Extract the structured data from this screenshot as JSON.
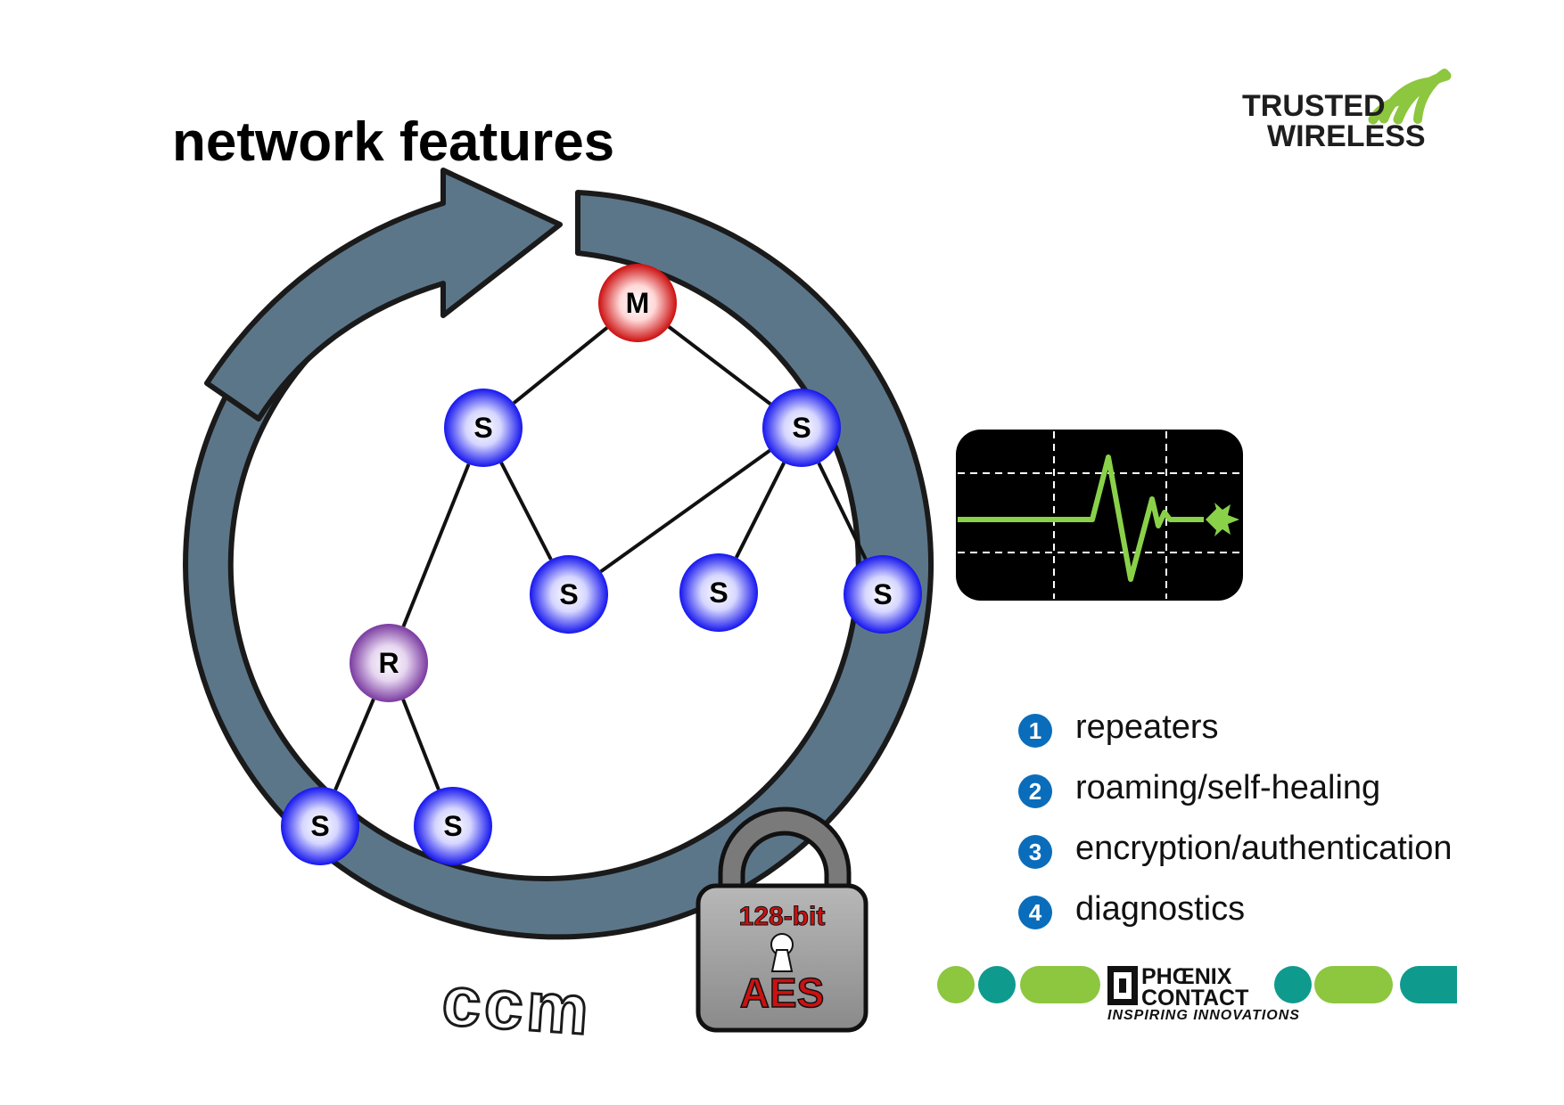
{
  "title": "network features",
  "brand": {
    "trusted": "TRUSTED",
    "wireless": "WIRELESS"
  },
  "arrow_label": "ccm",
  "lock": {
    "top": "128-bit",
    "bottom": "AES"
  },
  "nodes": [
    {
      "id": "master",
      "label": "M",
      "kind": "master"
    },
    {
      "id": "s-left",
      "label": "S",
      "kind": "station"
    },
    {
      "id": "s-right",
      "label": "S",
      "kind": "station"
    },
    {
      "id": "s-mid",
      "label": "S",
      "kind": "station"
    },
    {
      "id": "s-r2",
      "label": "S",
      "kind": "station"
    },
    {
      "id": "s-r3",
      "label": "S",
      "kind": "station"
    },
    {
      "id": "repeater",
      "label": "R",
      "kind": "repeater"
    },
    {
      "id": "s-bl",
      "label": "S",
      "kind": "station"
    },
    {
      "id": "s-br",
      "label": "S",
      "kind": "station"
    }
  ],
  "edges": [
    [
      "master",
      "s-left"
    ],
    [
      "master",
      "s-right"
    ],
    [
      "s-left",
      "s-mid"
    ],
    [
      "s-left",
      "repeater"
    ],
    [
      "s-right",
      "s-mid"
    ],
    [
      "s-right",
      "s-r2"
    ],
    [
      "s-right",
      "s-r3"
    ],
    [
      "repeater",
      "s-bl"
    ],
    [
      "repeater",
      "s-br"
    ]
  ],
  "features": [
    {
      "num": "1",
      "label": "repeaters"
    },
    {
      "num": "2",
      "label": "roaming/self-healing"
    },
    {
      "num": "3",
      "label": "encryption/authentication"
    },
    {
      "num": "4",
      "label": "diagnostics"
    }
  ],
  "footer": {
    "brand_top": "PHŒNIX",
    "brand_bottom": "CONTACT",
    "tagline": "INSPIRING INNOVATIONS"
  },
  "colors": {
    "ring": "#5c7689",
    "master": "#cc1111",
    "station": "#1a1aee",
    "repeater": "#7a3aa0",
    "signal": "#8ad14a",
    "brand_green": "#8dc63f",
    "brand_teal": "#0f9a8e",
    "lock_text": "#cc1111",
    "number_badge": "#0a6dbb"
  }
}
